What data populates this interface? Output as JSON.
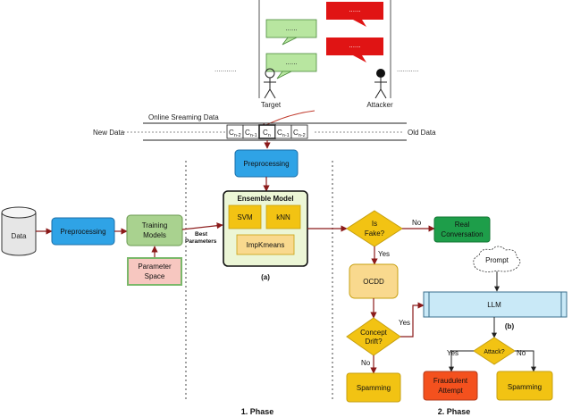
{
  "chat": {
    "bubble_text": "......",
    "target_label": "Target",
    "attacker_label": "Attacker",
    "dots": "..........."
  },
  "stream": {
    "title": "Online Sreaming  Data",
    "new_data": "New Data",
    "old_data": "Old Data",
    "cells": {
      "c_n_minus_2": "C",
      "c_n_minus_2_sub": "n-2",
      "c_n_minus_1": "C",
      "c_n_minus_1_sub": "n-1",
      "c_n": "C",
      "c_n_sub": "n",
      "c_n_plus_1": "C",
      "c_n_plus_1_sub": "n-1",
      "c_n_plus_2": "C",
      "c_n_plus_2_sub": "n-2"
    }
  },
  "phase1": {
    "data": "Data",
    "preprocessing": "Preprocessing",
    "training_line1": "Training",
    "training_line2": "Models",
    "param_line1": "Parameter",
    "param_line2": "Space",
    "best_line1": "Best",
    "best_line2": "Parameters",
    "label": "1. Phase"
  },
  "ensemble": {
    "preprocessing": "Preprocessing",
    "title": "Ensemble Model",
    "svm": "SVM",
    "knn": "kNN",
    "impk": "ImpKmeans",
    "caption": "(a)"
  },
  "phase2": {
    "is_fake_line1": "Is",
    "is_fake_line2": "Fake?",
    "no": "No",
    "yes": "Yes",
    "real_line1": "Real",
    "real_line2": "Conversation",
    "prompt": "Prompt",
    "ocdd": "OCDD",
    "llm": "LLM",
    "llm_caption": "(b)",
    "drift_line1": "Concept",
    "drift_line2": "Drift?",
    "drift_yes": "Yes",
    "drift_no": "No",
    "attack": "Attack?",
    "attack_yes": "Yes",
    "attack_no": "No",
    "spamming_left": "Spamming",
    "fraud_line1": "Fraudulent",
    "fraud_line2": "Attempt",
    "spamming_right": "Spamming",
    "label": "2. Phase"
  },
  "colors": {
    "blue_box": "#2fa3e6",
    "green_box": "#1e9e4a",
    "yellow_box": "#f2c313",
    "orange_box": "#f4511e",
    "pale_yellow": "#f9d98e",
    "light_green": "#a9d28f",
    "ensemble_fill": "#ecf6d6",
    "red_bubble": "#e01414",
    "green_bubble": "#b8e6a0",
    "arrow": "#8b1a1a",
    "llm_fill": "#c9e9f7",
    "pink_box": "#f7c7c0"
  }
}
